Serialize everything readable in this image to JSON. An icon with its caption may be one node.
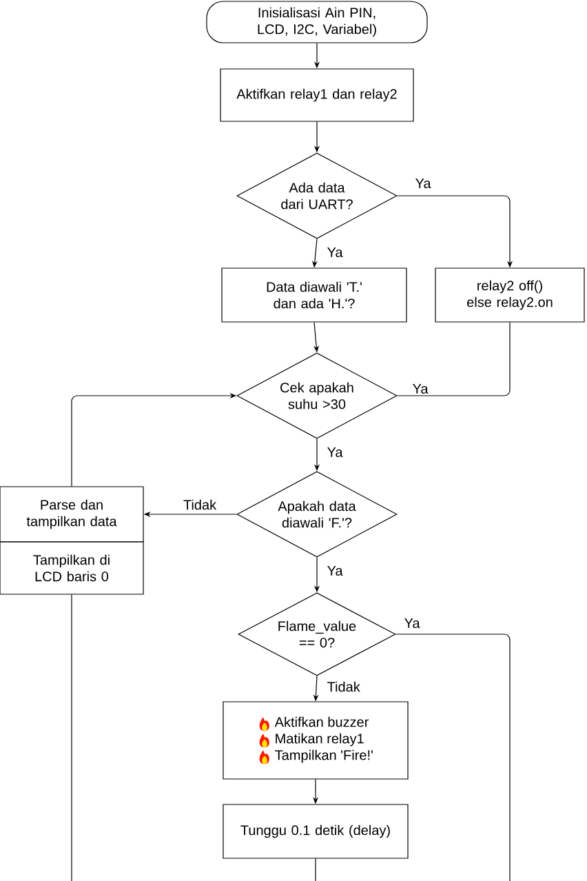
{
  "diagram": {
    "nodes": [
      {
        "text": [
          "Inisialisasi Ain PIN, LCD, I2C, Variabel)"
        ]
      },
      {
        "text": [
          "Aktifkan relay1 dan relay2"
        ]
      },
      {
        "text": [
          "Ada data dari UART?"
        ]
      },
      {
        "text": [
          "Data diawali 'T.' dan ada 'H.'?"
        ]
      },
      {
        "text": [
          "relay2 off()  else relay2.on"
        ]
      },
      {
        "text": [
          "Cek apakah suhu >30"
        ]
      },
      {
        "text": [
          "Apakah data diawali 'F.'?"
        ]
      },
      {
        "text": [
          "Parse dan tampilkan data"
        ]
      },
      {
        "text": [
          "Tampilkan di LCD baris 0"
        ]
      },
      {
        "text": [
          "Flame_value == 0?"
        ]
      },
      {
        "text": [
          "Aktifkan buzzer",
          "Matikan relay1",
          "Tampilkan 'Fire!'"
        ]
      },
      {
        "text": [
          "Tunggu 0.1 detik (delay)"
        ]
      }
    ],
    "edges": [
      {
        "from": 0,
        "to": 1,
        "arrow": "to"
      },
      {
        "from": 1,
        "to": 2,
        "arrow": "to"
      },
      {
        "from": 2,
        "to": 3,
        "arrow": "to",
        "label": "Ya"
      },
      {
        "from": 2,
        "to": 4,
        "arrow": "to",
        "label": "Ya"
      },
      {
        "from": 3,
        "to": 5,
        "arrow": "to"
      },
      {
        "from": 5,
        "to": 4,
        "arrow": "none",
        "label": "Ya"
      },
      {
        "from": 5,
        "to": 6,
        "arrow": "to",
        "label": "Ya"
      },
      {
        "from": 6,
        "to": 7,
        "arrow": "to",
        "label": "Tidak"
      },
      {
        "from": 7,
        "to": 5,
        "arrow": "to"
      },
      {
        "from": 6,
        "to": 9,
        "arrow": "to",
        "label": "Ya"
      },
      {
        "from": 8,
        "to": null,
        "arrow": "none"
      },
      {
        "from": 9,
        "to": 10,
        "arrow": "to",
        "label": "Tidak"
      },
      {
        "from": 10,
        "to": 11,
        "arrow": "to"
      },
      {
        "from": 11,
        "to": null,
        "arrow": "none"
      },
      {
        "from": 9,
        "to": null,
        "arrow": "none",
        "label": "Ya"
      }
    ]
  }
}
